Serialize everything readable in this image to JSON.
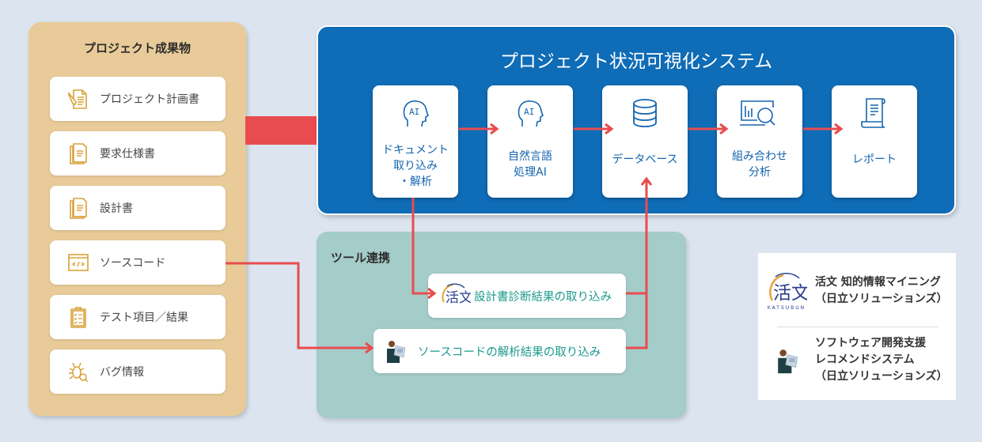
{
  "deliverables": {
    "title": "プロジェクト成果物",
    "items": [
      {
        "label": "プロジェクト計画書",
        "icon": "document-pencil-icon"
      },
      {
        "label": "要求仕様書",
        "icon": "documents-icon"
      },
      {
        "label": "設計書",
        "icon": "documents-icon"
      },
      {
        "label": "ソースコード",
        "icon": "code-window-icon"
      },
      {
        "label": "テスト項目／結果",
        "icon": "clipboard-checklist-icon"
      },
      {
        "label": "バグ情報",
        "icon": "bug-search-icon"
      }
    ]
  },
  "system": {
    "title": "プロジェクト状況可視化システム",
    "steps": [
      {
        "label": "ドキュメント\n取り込み\n・解析",
        "icon": "ai-head-icon"
      },
      {
        "label": "自然言語\n処理AI",
        "icon": "ai-head-icon"
      },
      {
        "label": "データベース",
        "icon": "database-icon"
      },
      {
        "label": "組み合わせ\n分析",
        "icon": "analytics-search-icon"
      },
      {
        "label": "レポート",
        "icon": "report-scroll-icon"
      }
    ]
  },
  "tools": {
    "title": "ツール連携",
    "items": [
      {
        "label": "設計書診断結果の取り込み",
        "icon": "katsubun-logo-icon"
      },
      {
        "label": "ソースコードの解析結果の取り込み",
        "icon": "person-laptop-icon"
      }
    ]
  },
  "legend": {
    "items": [
      {
        "text": "活文 知的情報マイニング\n（日立ソリューションズ）",
        "icon": "katsubun-logo-icon",
        "logo_text": "KATSUBUN"
      },
      {
        "text": "ソフトウェア開発支援\nレコメンドシステム\n（日立ソリューションズ）",
        "icon": "person-laptop-icon"
      }
    ]
  },
  "colors": {
    "background": "#dce5ef",
    "deliverables_panel": "#e8cb98",
    "deliverables_icon": "#d9a23a",
    "system_panel": "#0f6cb6",
    "system_text": "#1565b0",
    "tools_panel": "#a4ccc9",
    "tools_text": "#1a9a8e",
    "arrow": "#e84c4f"
  }
}
